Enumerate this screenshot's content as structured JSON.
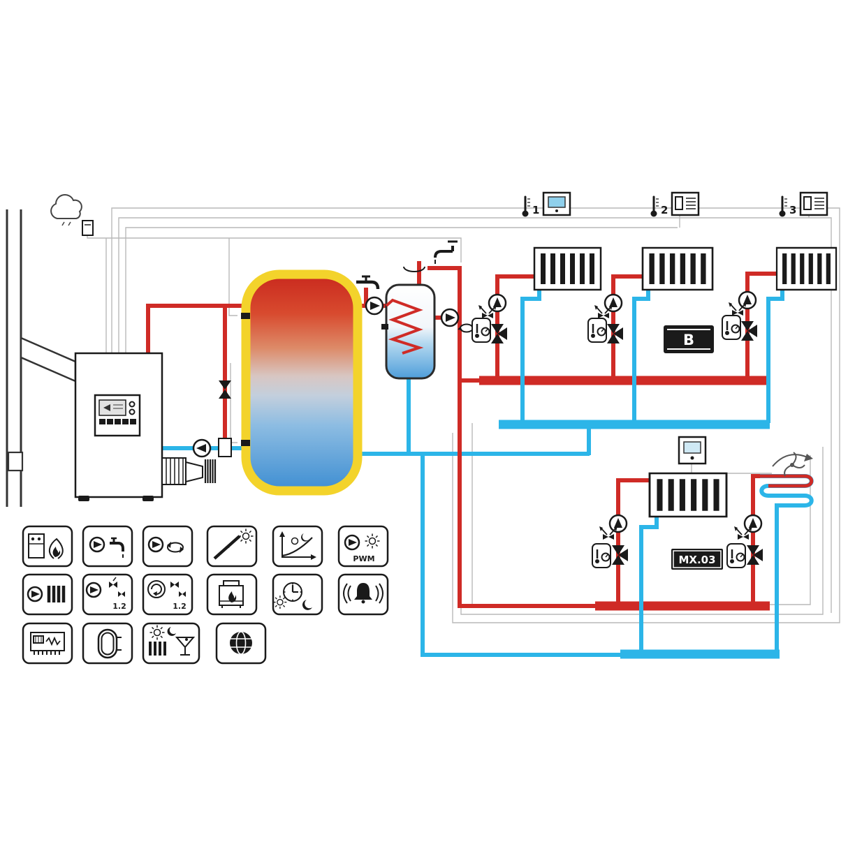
{
  "page": {
    "title": "Heating system hydraulic schematic"
  },
  "colors": {
    "hot": "#cf2b26",
    "cold": "#2cb5e8",
    "tank": "#f3d32b",
    "ink": "#1a1a1a",
    "wire": "#b9b9b9"
  },
  "labels": {
    "room_sensor_1": "1",
    "room_sensor_2": "2",
    "room_sensor_3": "3",
    "zone_b": "B",
    "mixer_module": "MX.03"
  },
  "legend": {
    "pwm": "PWM",
    "pump_group": "1.2",
    "valve_group": "1.2",
    "items": [
      "boiler-burner",
      "dhw-pump",
      "circulation-pump",
      "solar-collector",
      "heating-curve",
      "pwm-pump",
      "heating-circuit-pump",
      "pump-group-1-2",
      "mixing-valve-group-1-2",
      "fireplace",
      "time-program",
      "alarm",
      "controller-module",
      "buffer-tank",
      "party-holiday-mode",
      "internet-globe"
    ]
  }
}
